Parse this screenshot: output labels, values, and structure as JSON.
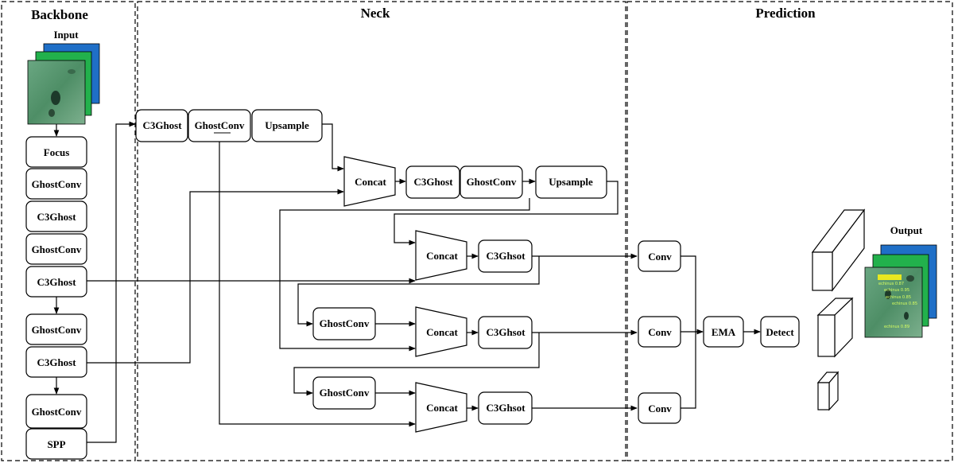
{
  "sections": {
    "backbone": "Backbone",
    "neck": "Neck",
    "prediction": "Prediction"
  },
  "labels": {
    "input": "Input",
    "output": "Output"
  },
  "backbone": {
    "focus": "Focus",
    "ghostconv_1": "GhostConv",
    "c3ghost_1": "C3Ghost",
    "ghostconv_2": "GhostConv",
    "c3ghost_2": "C3Ghost",
    "ghostconv_3": "GhostConv",
    "c3ghost_3": "C3Ghost",
    "ghostconv_4": "GhostConv",
    "spp": "SPP"
  },
  "neck": {
    "top_c3ghost": "C3Ghost",
    "top_ghostconv": "GhostConv",
    "top_upsample": "Upsample",
    "concat_1": "Concat",
    "mid_c3ghost": "C3Ghost",
    "mid_ghostconv": "GhostConv",
    "mid_upsample": "Upsample",
    "concat_2": "Concat",
    "c3ghsot_1": "C3Ghsot",
    "ghostconv_a": "GhostConv",
    "concat_3": "Concat",
    "c3ghsot_2": "C3Ghsot",
    "ghostconv_b": "GhostConv",
    "concat_4": "Concat",
    "c3ghsot_3": "C3Ghsot"
  },
  "prediction": {
    "conv_1": "Conv",
    "conv_2": "Conv",
    "conv_3": "Conv",
    "ema": "EMA",
    "detect": "Detect"
  },
  "output_annotations": [
    "echinus 0.87",
    "echinus 0.95",
    "echinus 0.85",
    "echinus 0.85",
    "echinus 0.89"
  ],
  "colors": {
    "layer_blue": "#1f6fc7",
    "layer_green": "#22b14c",
    "seabed": "#5a9a70"
  }
}
